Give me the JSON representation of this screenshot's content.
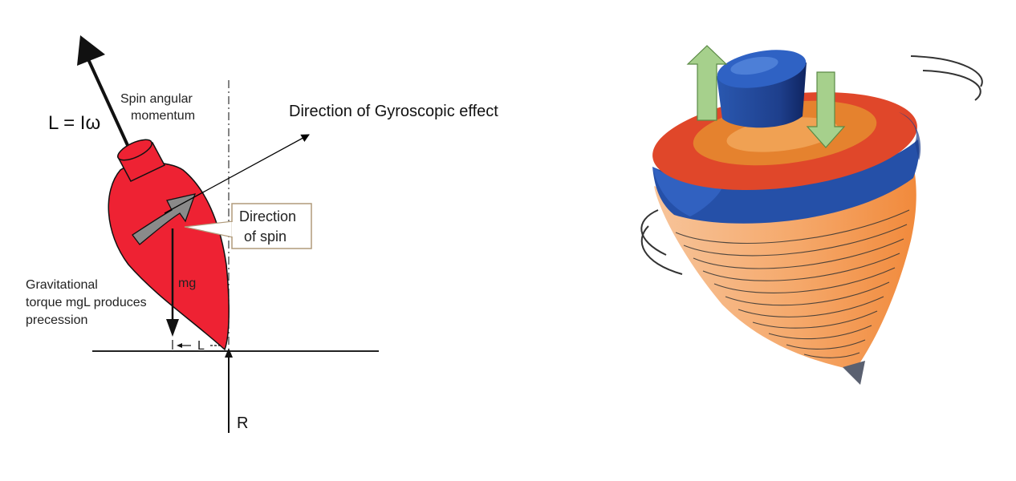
{
  "diagram": {
    "left": {
      "angular_momentum_formula": "L = Iω",
      "spin_label_line1": "Spin angular",
      "spin_label_line2": "momentum",
      "direction_box_line1": "Direction",
      "direction_box_line2": "of spin",
      "weight_label": "mg",
      "torque_line1": "Gravitational",
      "torque_line2": "torque mgL produces",
      "torque_line3": "precession",
      "lever_arm_label": "L",
      "reaction_label": "R"
    },
    "gyro_effect_label": "Direction of Gyroscopic effect"
  },
  "colors": {
    "top_body": "#ee2233",
    "spin_arrow": "#8a8a8a",
    "callout_border": "#b09a7a",
    "top_orange": "#f39a55",
    "top_red": "#e0472a",
    "top_blue": "#2550a8",
    "knob_blue": "#234b9a",
    "up_arrow": "#a6d08c",
    "down_arrow": "#a6d08c"
  }
}
